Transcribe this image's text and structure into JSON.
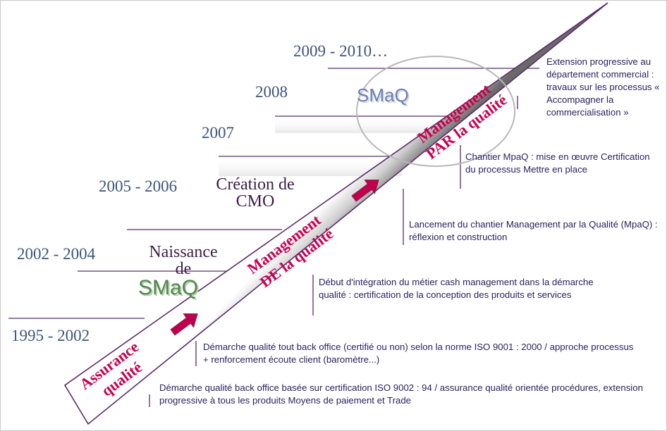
{
  "years": {
    "y1995": "1995 - 2002",
    "y2002": "2002 - 2004",
    "y2005": "2005 - 2006",
    "y2007": "2007",
    "y2008": "2008",
    "y2009": "2009 - 2010…"
  },
  "milestones": {
    "naissance_line1": "Naissance",
    "naissance_line2": "de",
    "creation_line1": "Création de",
    "creation_line2": "CMO"
  },
  "logos": {
    "smaq_green": "SMaQ",
    "smaq_blue": "SMaQ"
  },
  "arrow_labels": {
    "assurance_line1": "Assurance",
    "assurance_line2": "qualité",
    "mgmt_de_line1": "Management",
    "mgmt_de_line2": "DE la qualité",
    "mgmt_par_line1": "Management",
    "mgmt_par_line2": "PAR la qualité"
  },
  "notes": {
    "n1": "Démarche qualité back office basée sur certification ISO 9002 : 94  / assurance qualité orientée procédures, extension progressive à tous les produits Moyens de paiement et Trade",
    "n2": "Démarche qualité tout back office (certifié ou non) selon la norme ISO 9001 : 2000 / approche processus + renforcement écoute client (baromètre...)",
    "n3": "Début d'intégration du métier cash management dans la démarche qualité : certification de la conception des produits et services",
    "n4": "Lancement du chantier Management par la Qualité (MpaQ) : réflexion et construction",
    "n5": "Chantier MpaQ : mise en œuvre Certification du processus Mettre en place",
    "n6": "Extension progressive au département commercial : travaux sur les processus « Accompagner la commercialisation »"
  },
  "colors": {
    "year_text": "#3a557c",
    "label_magenta": "#c8004f",
    "arrow_line": "#5a2a6a",
    "note_text": "#2a2060",
    "smaq_green": "#4f8a4a",
    "smaq_blue": "#6a7fb0"
  }
}
